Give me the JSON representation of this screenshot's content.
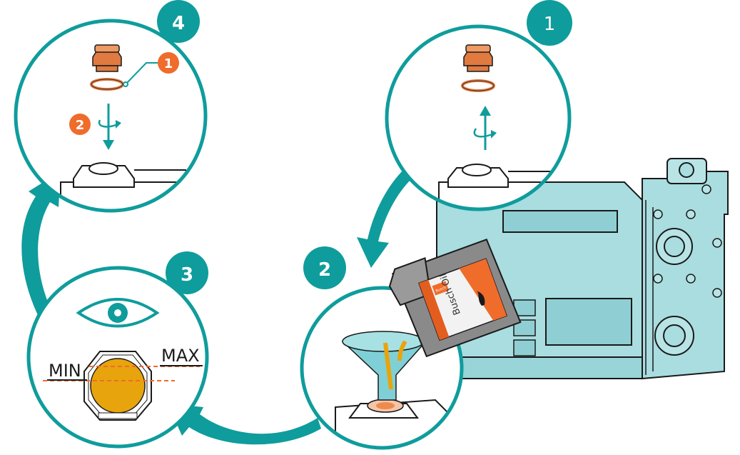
{
  "steps": {
    "s1": {
      "number": "1"
    },
    "s2": {
      "number": "2"
    },
    "s3": {
      "number": "3"
    },
    "s4": {
      "number": "4"
    }
  },
  "callouts": {
    "c1": "1",
    "c2": "2",
    "c_pour": "2"
  },
  "level": {
    "min_label": "MIN",
    "max_label": "MAX"
  },
  "bottle": {
    "brand": "Busch",
    "product": "Busch Oil"
  },
  "colors": {
    "teal": "#0f9c9c",
    "orange": "#ef6c2b",
    "oil": "#e8a40c",
    "copper": "#e07a40",
    "pump_body": "#a9dde0"
  }
}
